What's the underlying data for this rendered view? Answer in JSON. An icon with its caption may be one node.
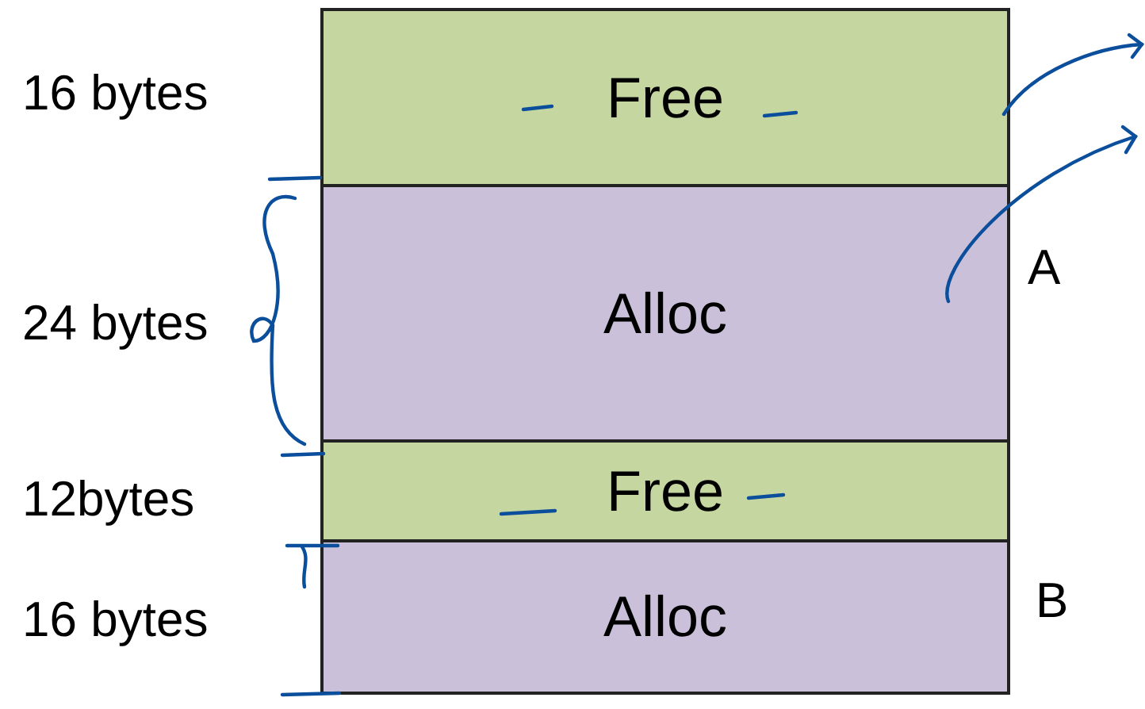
{
  "diagram": {
    "nodes": [
      {
        "text": [
          "Free"
        ]
      },
      {
        "text": [
          "Alloc"
        ]
      },
      {
        "text": [
          "Free"
        ]
      },
      {
        "text": [
          "Alloc"
        ]
      }
    ],
    "labels": [
      "16 bytes",
      "24 bytes",
      "A",
      "12bytes",
      "16 bytes",
      "B"
    ]
  }
}
